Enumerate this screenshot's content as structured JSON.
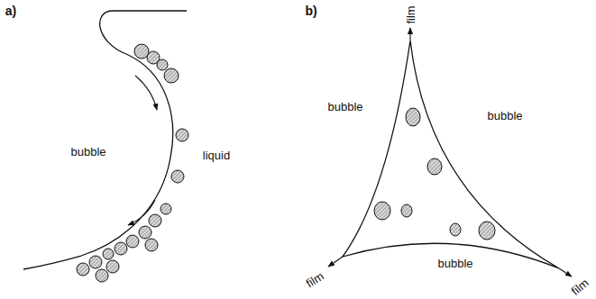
{
  "diagram": {
    "labels": [
      "a)",
      "b)",
      "film",
      "bubble",
      "liquid",
      "bubble",
      "bubble",
      "bubble",
      "film",
      "film"
    ]
  }
}
